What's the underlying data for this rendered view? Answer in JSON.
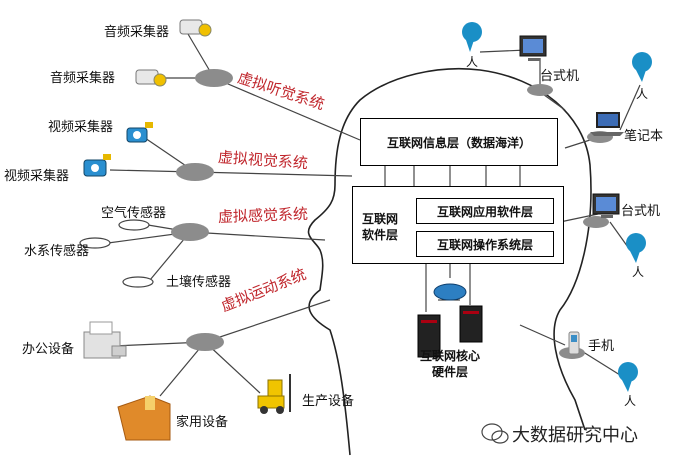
{
  "left_nodes": {
    "audio_1": "音频采集器",
    "audio_2": "音频采集器",
    "video_1": "视频采集器",
    "video_2": "视频采集器",
    "air": "空气传感器",
    "water": "水系传感器",
    "soil": "土壤传感器",
    "office": "办公设备",
    "production": "生产设备",
    "home": "家用设备"
  },
  "virtual_systems": {
    "hearing": "虚拟听觉系统",
    "vision": "虚拟视觉系统",
    "sensing": "虚拟感觉系统",
    "motion": "虚拟运动系统"
  },
  "brain": {
    "info_layer": "互联网信息层（数据海洋）",
    "software_layer": "互联网\n软件层",
    "app_software": "互联网应用软件层",
    "os_layer": "互联网操作系统层",
    "core_hardware": "互联网核心\n硬件层"
  },
  "right_nodes": {
    "desktop_1": "台式机",
    "laptop": "笔记本",
    "desktop_2": "台式机",
    "phone": "手机"
  },
  "person_label": "人",
  "watermark": "大数据研究中心",
  "colors": {
    "hub_gray": "#8c8c8c",
    "red_text": "#c0262c",
    "person_blue": "#1a8fc6"
  }
}
